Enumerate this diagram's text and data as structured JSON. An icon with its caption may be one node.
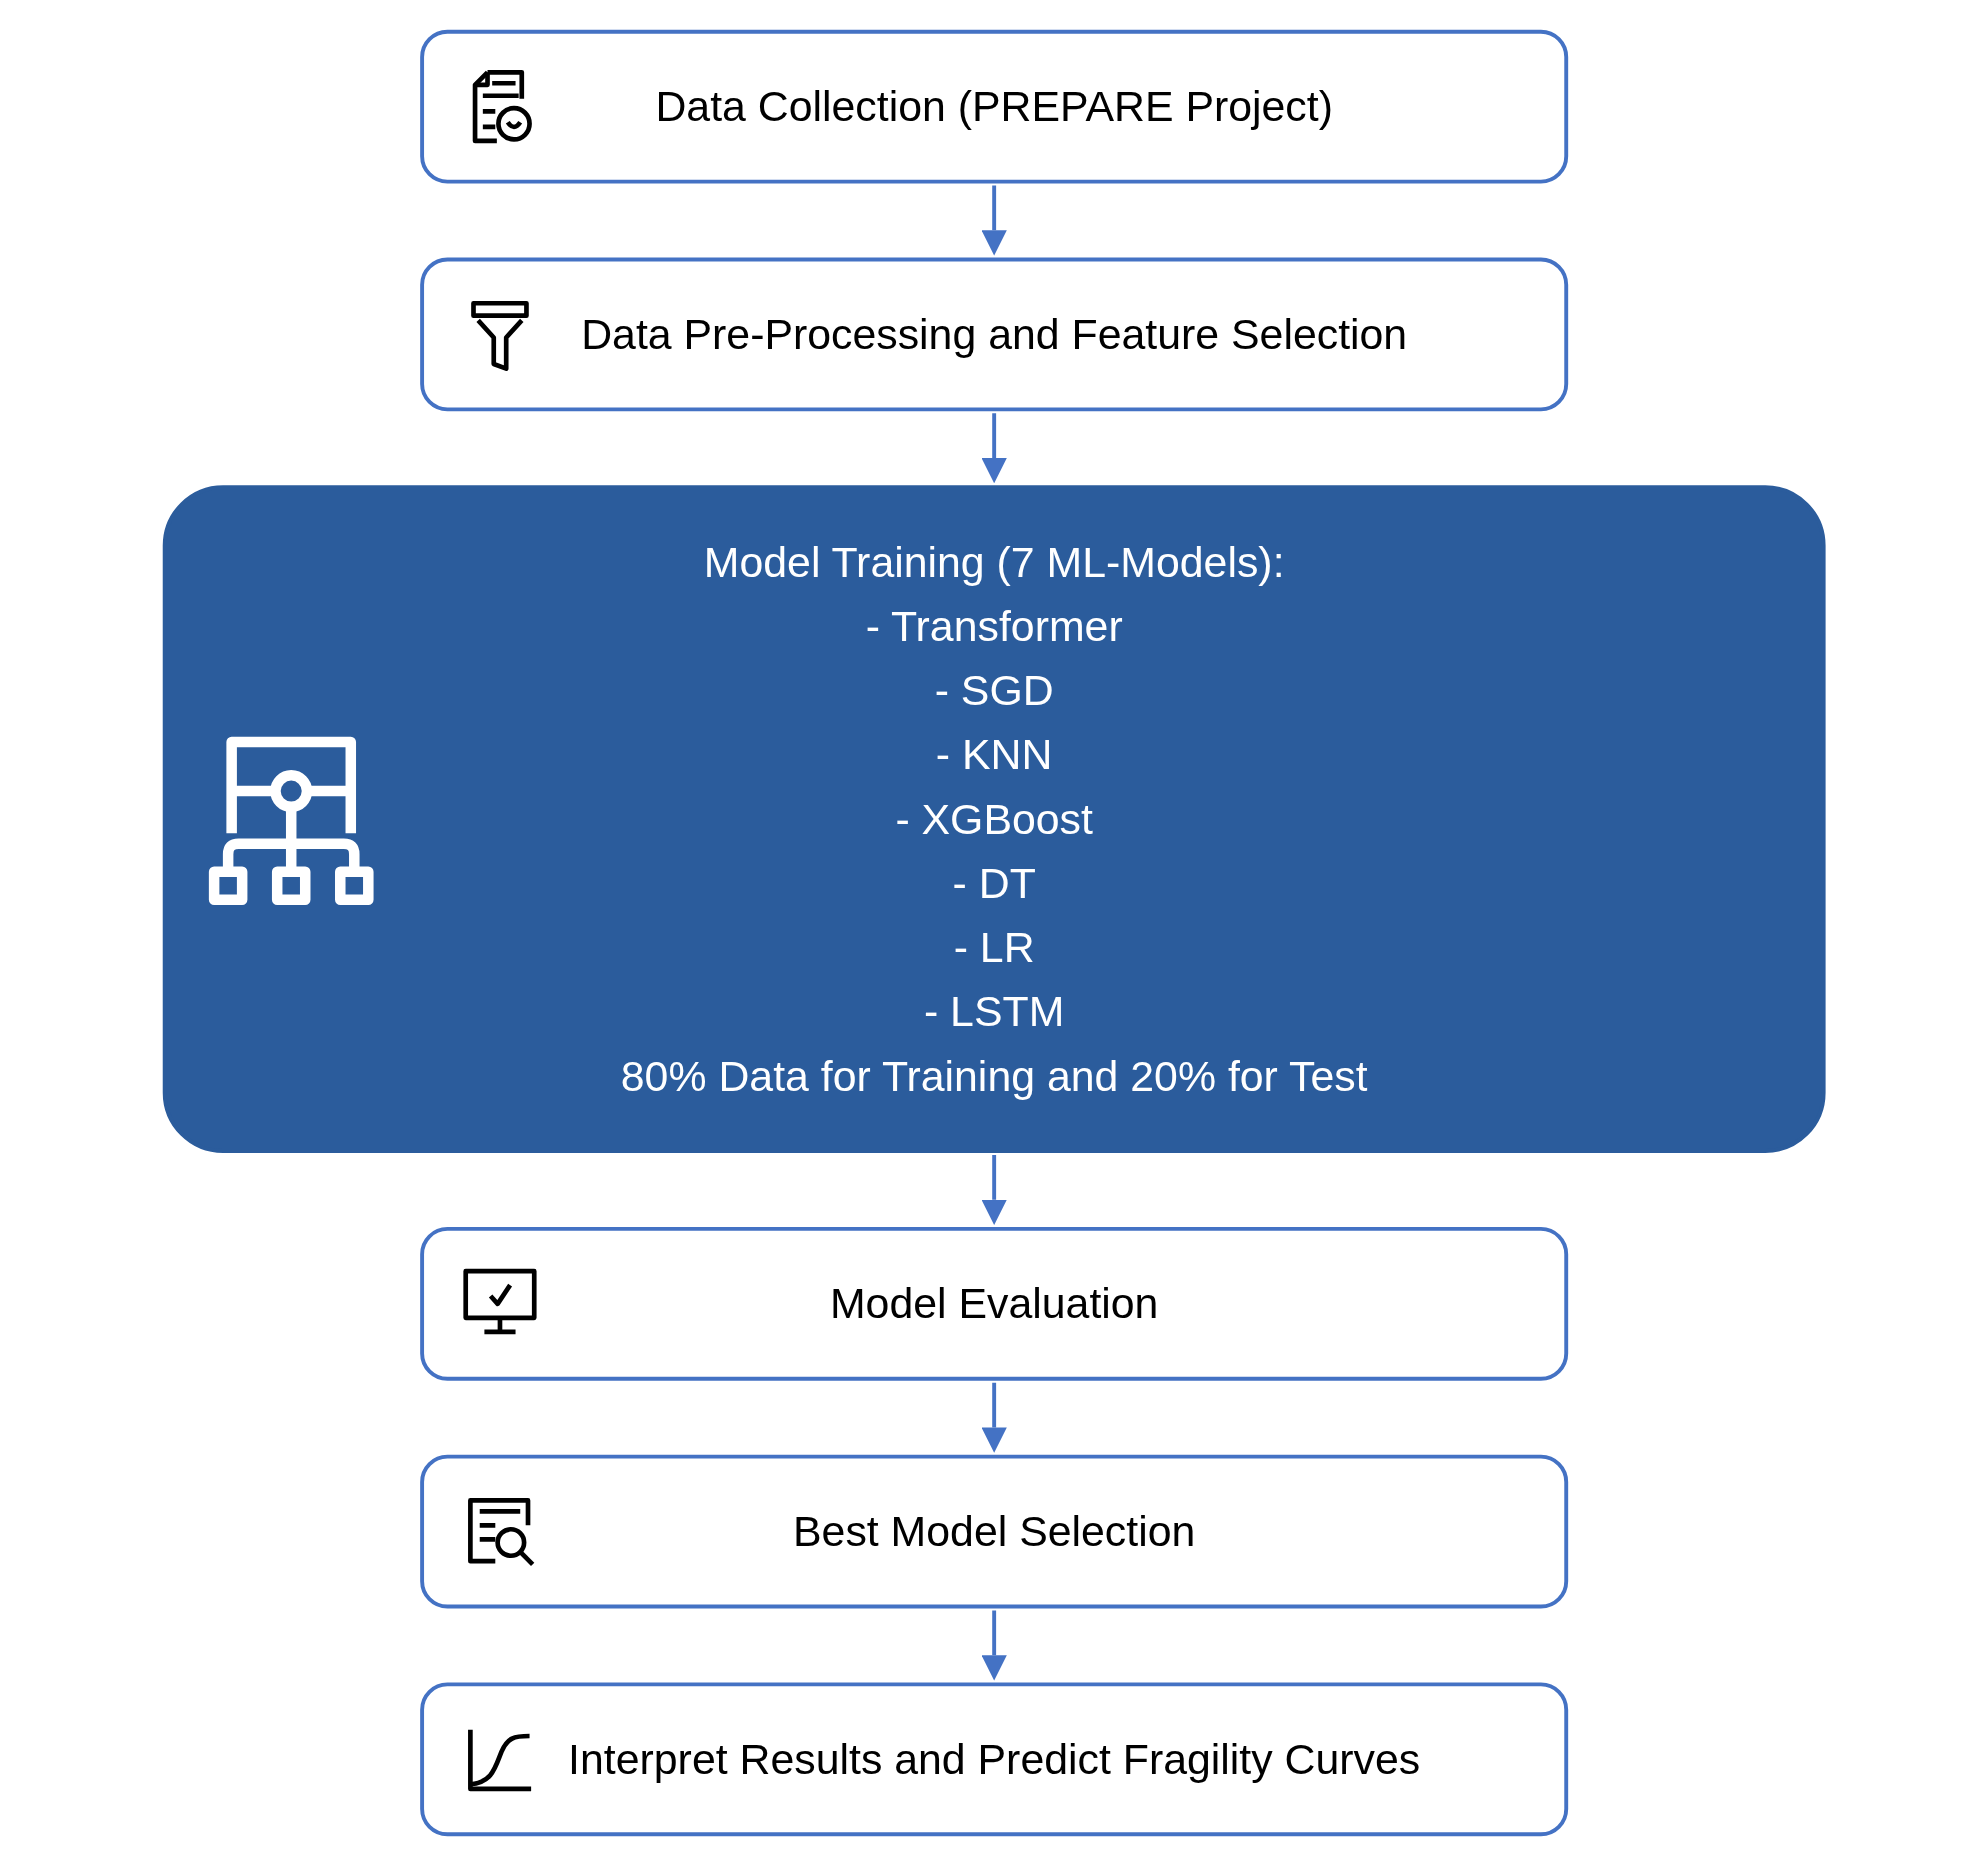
{
  "diagram": {
    "nodes": [
      {
        "text": [
          "Data Collection (PREPARE Project)"
        ]
      },
      {
        "text": [
          "Data Pre-Processing and Feature Selection"
        ]
      },
      {
        "text": [
          "Model Training (7 ML-Models):",
          "- Transformer",
          "- SGD",
          "- KNN",
          "- XGBoost",
          "- DT",
          "- LR",
          "- LSTM",
          "80% Data for Training and 20% for Test"
        ]
      },
      {
        "text": [
          "Model Evaluation"
        ]
      },
      {
        "text": [
          "Best Model Selection"
        ]
      },
      {
        "text": [
          "Interpret Results and Predict Fragility Curves"
        ]
      }
    ],
    "edges": [
      {
        "from": 0,
        "to": 1,
        "arrow": "to"
      },
      {
        "from": 1,
        "to": 2,
        "arrow": "to"
      },
      {
        "from": 2,
        "to": 3,
        "arrow": "to"
      },
      {
        "from": 3,
        "to": 4,
        "arrow": "to"
      },
      {
        "from": 4,
        "to": 5,
        "arrow": "to"
      }
    ]
  }
}
